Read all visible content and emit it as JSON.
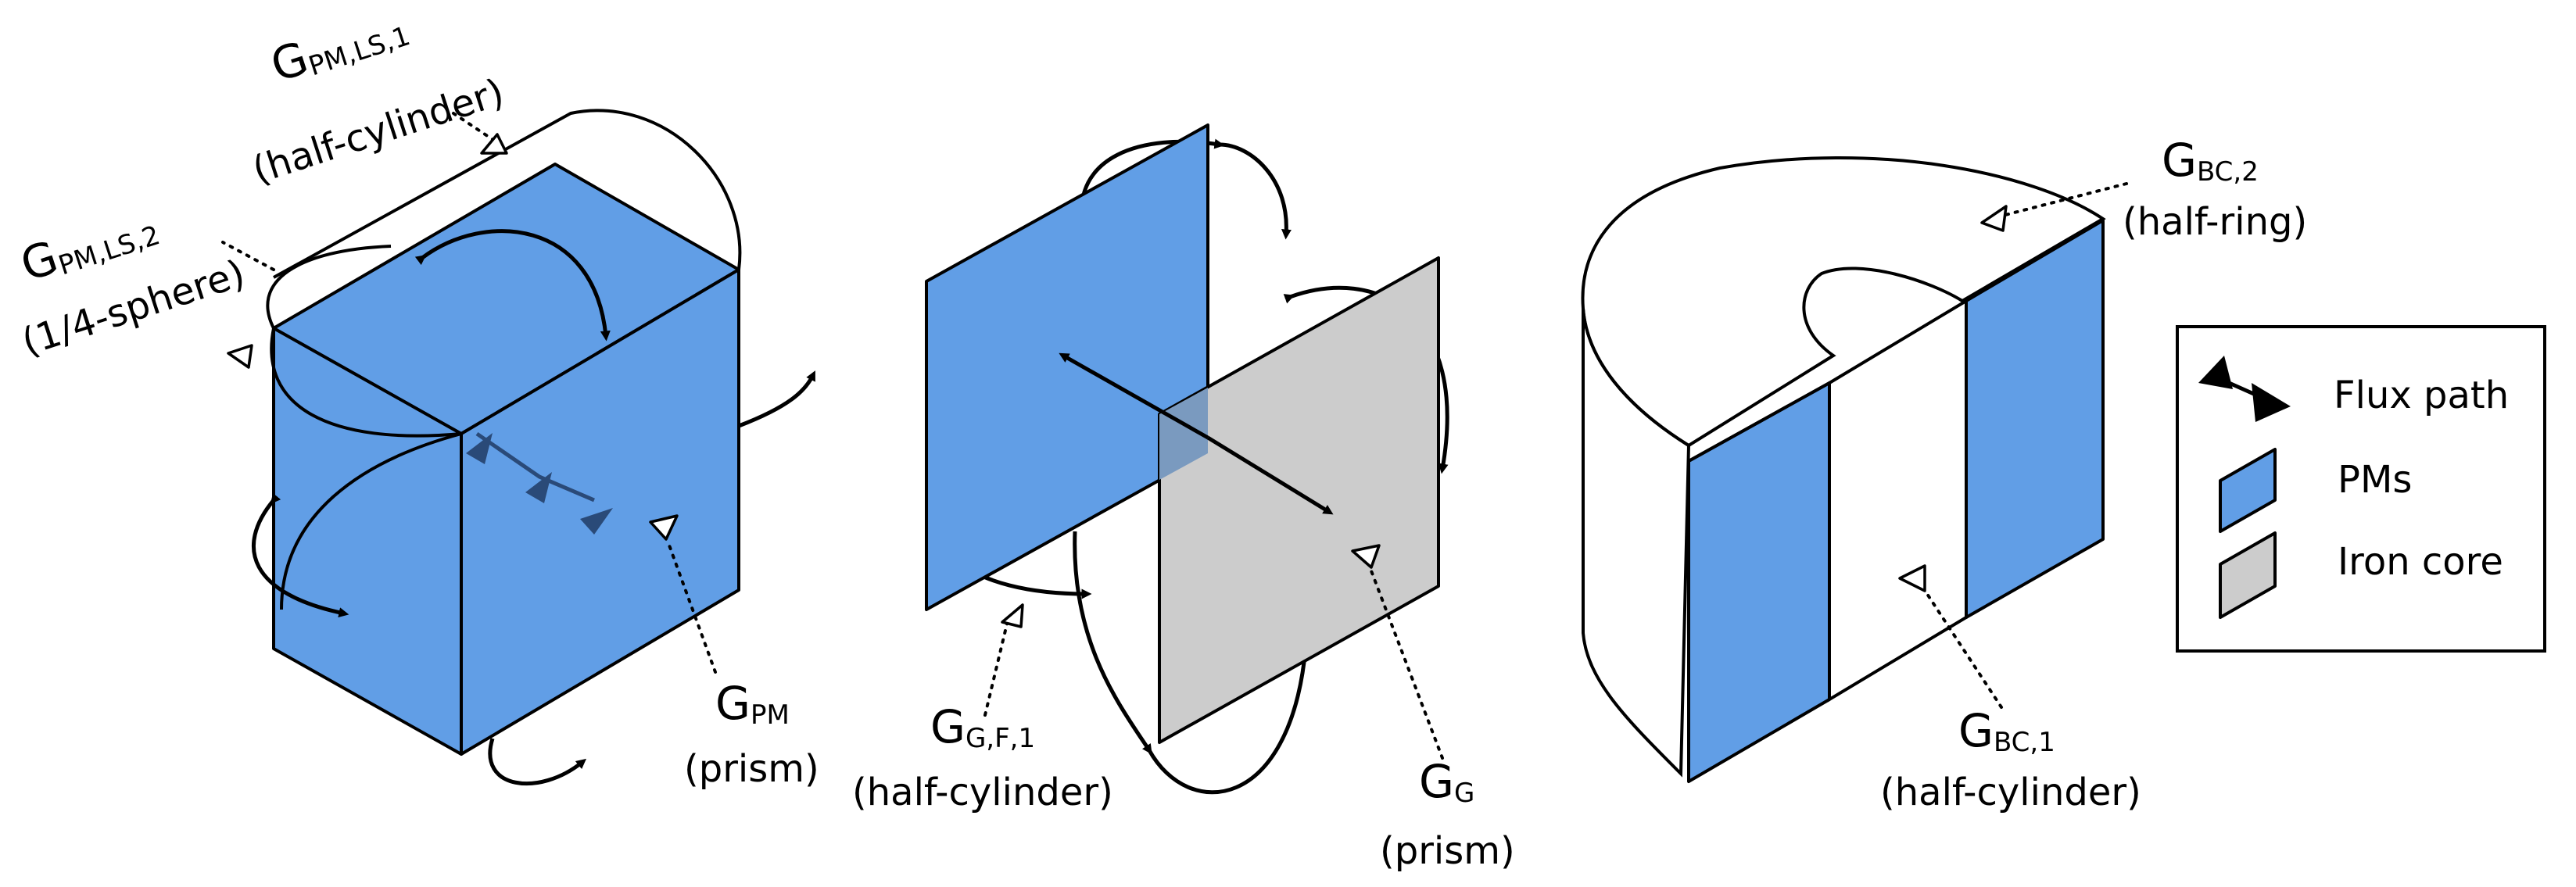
{
  "panel_1": {
    "g_pm_ls1": {
      "main": "G",
      "sub": "PM,LS,1",
      "desc": "(half-cylinder)"
    },
    "g_pm_ls2": {
      "main": "G",
      "sub": "PM,LS,2",
      "desc": "(1/4-sphere)"
    },
    "g_pm": {
      "main": "G",
      "sub": "PM",
      "desc": "(prism)"
    }
  },
  "panel_2": {
    "g_gf1": {
      "main": "G",
      "sub": "G,F,1",
      "desc": "(half-cylinder)"
    },
    "g_g": {
      "main": "G",
      "sub": "G",
      "desc": "(prism)"
    }
  },
  "panel_3": {
    "g_bc2": {
      "main": "G",
      "sub": "BC,2",
      "desc": "(half-ring)"
    },
    "g_bc1": {
      "main": "G",
      "sub": "BC,1",
      "desc": "(half-cylinder)"
    }
  },
  "legend": {
    "items": [
      {
        "label": "Flux path",
        "symbol": "arrow"
      },
      {
        "label": "PMs",
        "symbol": "blue-parallelogram",
        "color": "#619ee6"
      },
      {
        "label": "Iron core",
        "symbol": "grey-parallelogram",
        "color": "#cccccc"
      }
    ]
  },
  "colors": {
    "pm": "#619ee6",
    "iron_core": "#cccccc",
    "line": "#000000"
  }
}
